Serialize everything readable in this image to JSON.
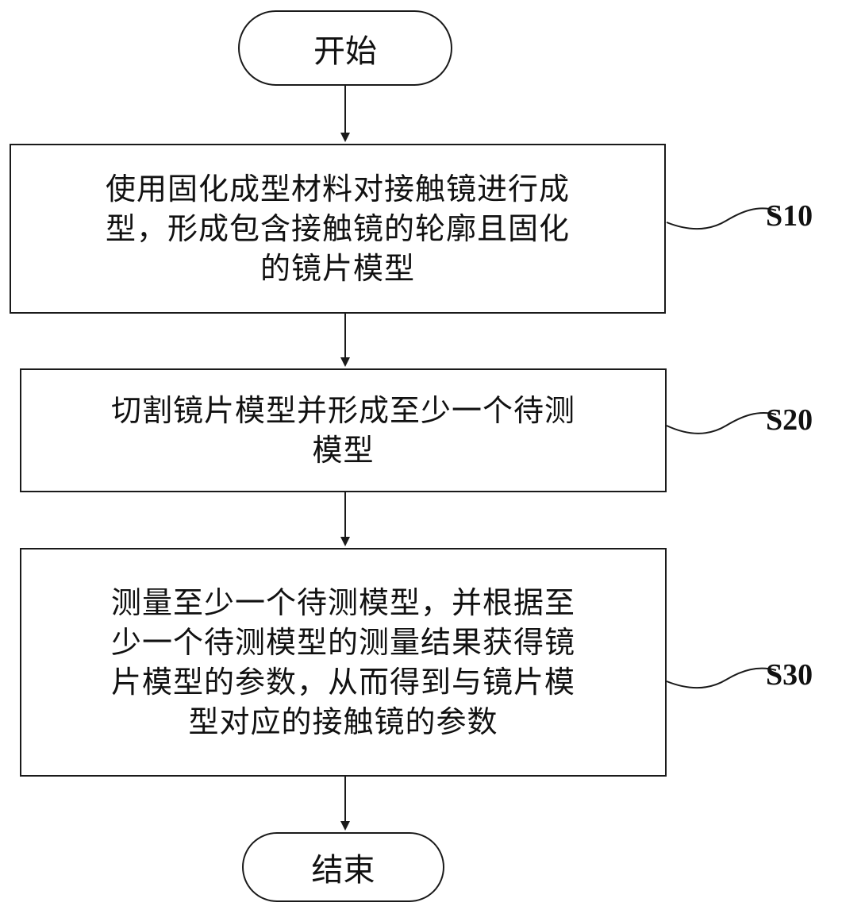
{
  "flowchart": {
    "start": {
      "label": "开始"
    },
    "steps": [
      {
        "id": "S10",
        "lines": [
          "使用固化成型材料对接触镜进行成",
          "型，形成包含接触镜的轮廓且固化",
          "的镜片模型"
        ]
      },
      {
        "id": "S20",
        "lines": [
          "切割镜片模型并形成至少一个待测",
          "模型"
        ]
      },
      {
        "id": "S30",
        "lines": [
          "测量至少一个待测模型，并根据至",
          "少一个待测模型的测量结果获得镜",
          "片模型的参数，从而得到与镜片模",
          "型对应的接触镜的参数"
        ]
      }
    ],
    "end": {
      "label": "结束"
    },
    "colors": {
      "stroke": "#1a1a1a",
      "background": "#ffffff",
      "text": "#111111"
    }
  }
}
